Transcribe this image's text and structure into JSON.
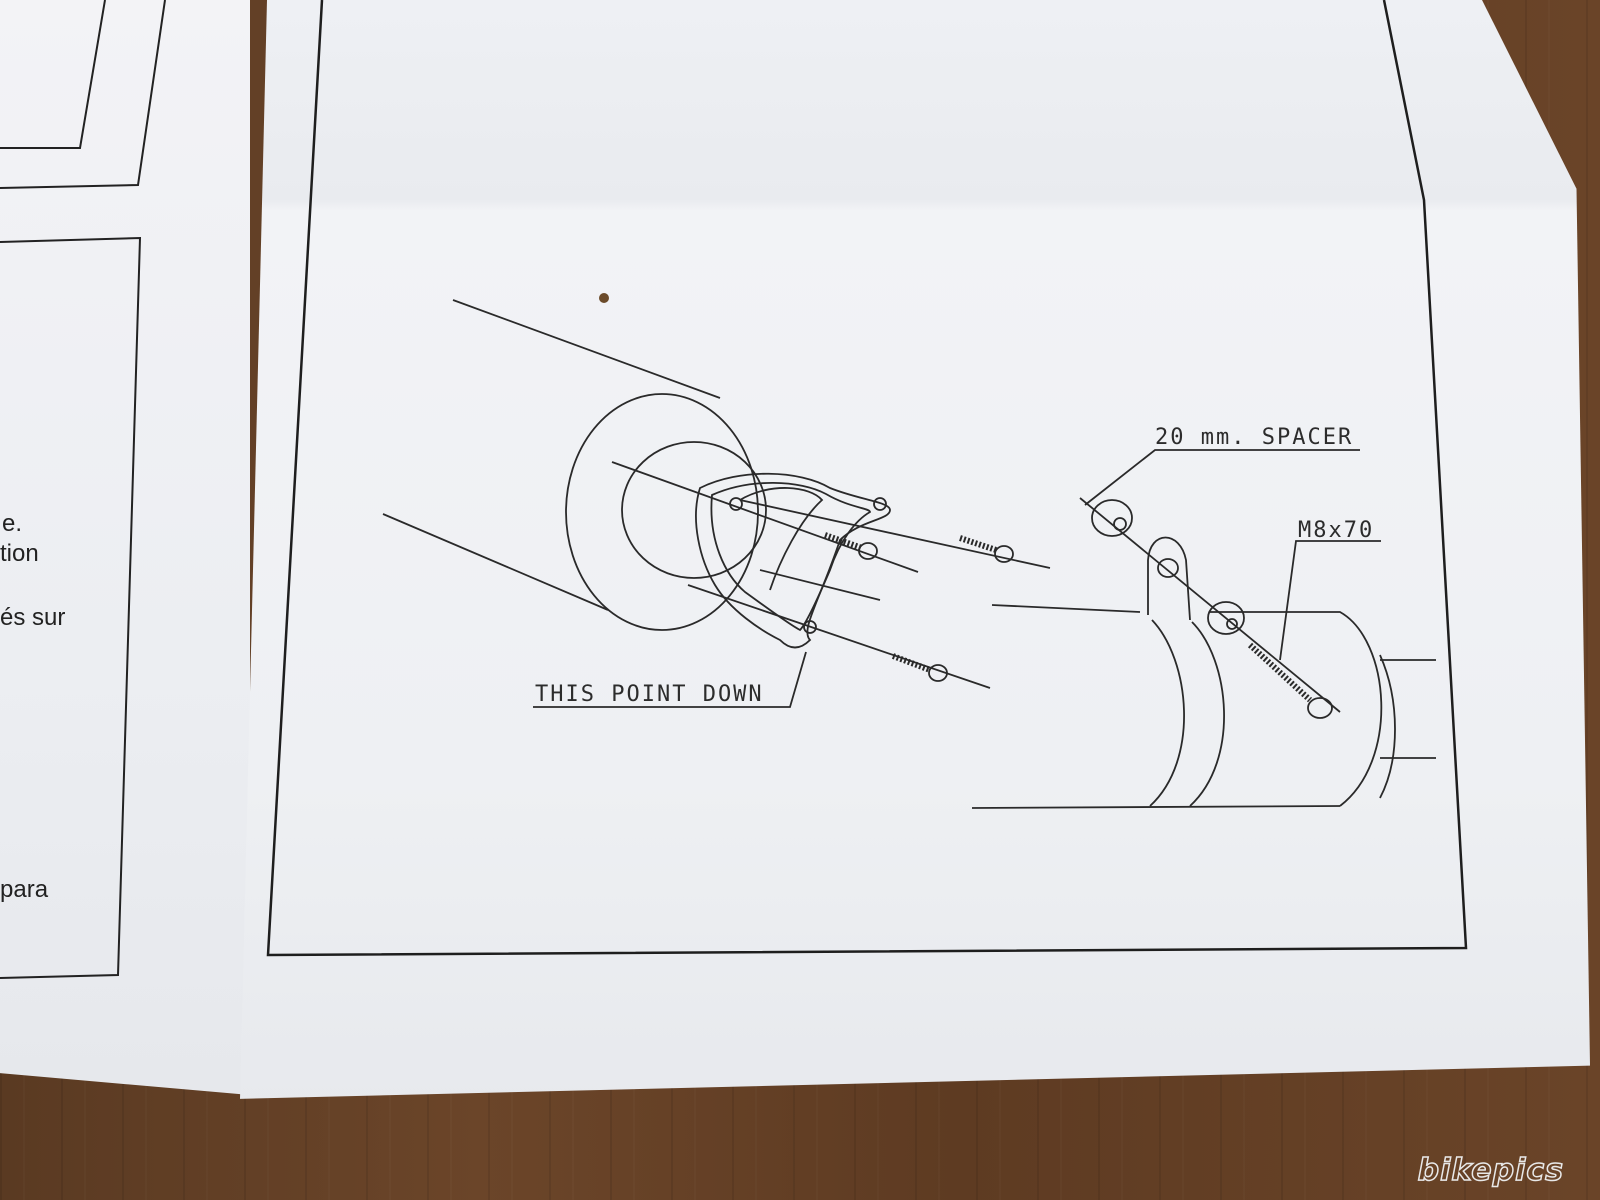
{
  "left_sheet": {
    "text_fragments": [
      "e.",
      "tion",
      "és sur",
      "para"
    ]
  },
  "diagram": {
    "label_this_point": "THIS POINT DOWN",
    "label_spacer": "20 mm. SPACER",
    "label_bolt": "M8x70"
  },
  "watermark": "bikepics"
}
